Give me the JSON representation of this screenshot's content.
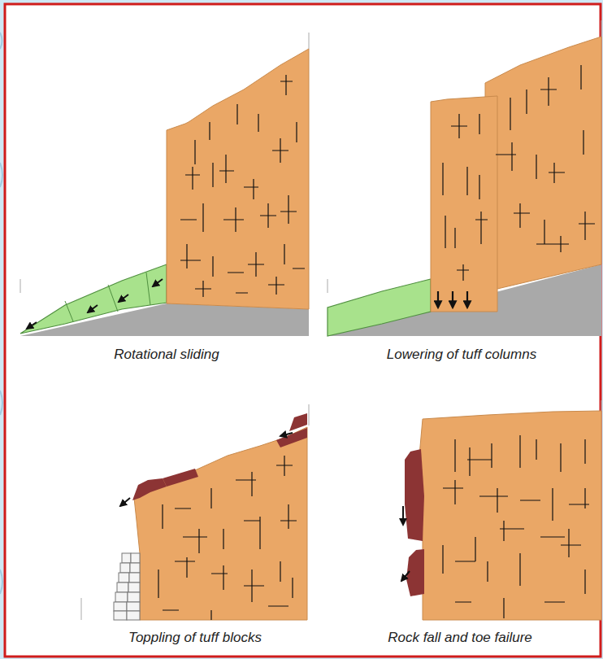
{
  "diagram": {
    "labels": [
      "Rotational sliding",
      "Lowering of tuff columns",
      "Toppling of tuff blocks",
      "Rock fall and toe failure"
    ]
  }
}
